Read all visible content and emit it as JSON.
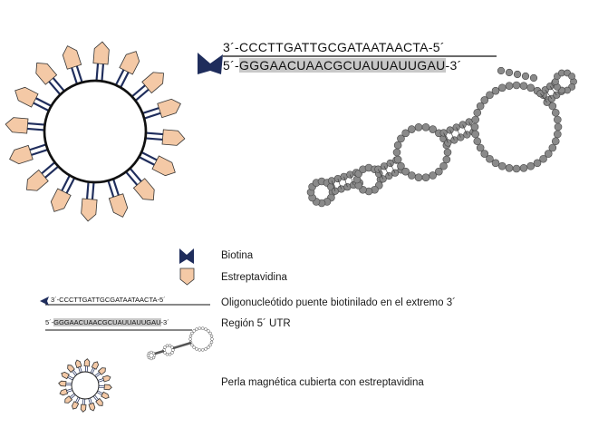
{
  "sequences": {
    "top": "3´-CCCTTGATTGCGATAATAACTA-5´",
    "bottom_prefix": "5´-",
    "bottom_highlight": "GGGAACUAACGCUAUUAUUGAU",
    "bottom_suffix": "-3´"
  },
  "legend": {
    "biotina": "Biotina",
    "estreptavidina": "Estreptavidina",
    "oligo_seq": "3´-CCCTTGATTGCGATAATAACTA-5´",
    "oligo": "Oligonucleótido puente biotinilado en el extremo 3´",
    "utr_prefix": "5´-",
    "utr_seq": "GGGAACUAACGCUAUUAUUGAU",
    "utr_suffix": "-3´",
    "utr": "Región 5´ UTR",
    "perla": "Perla magnética cubierta con estreptavidina"
  },
  "colors": {
    "navy": "#1f2d5c",
    "streptavidin": "#f4c9a6",
    "highlight": "#c8c8c8",
    "rna_bead": "#8a8a8a"
  }
}
